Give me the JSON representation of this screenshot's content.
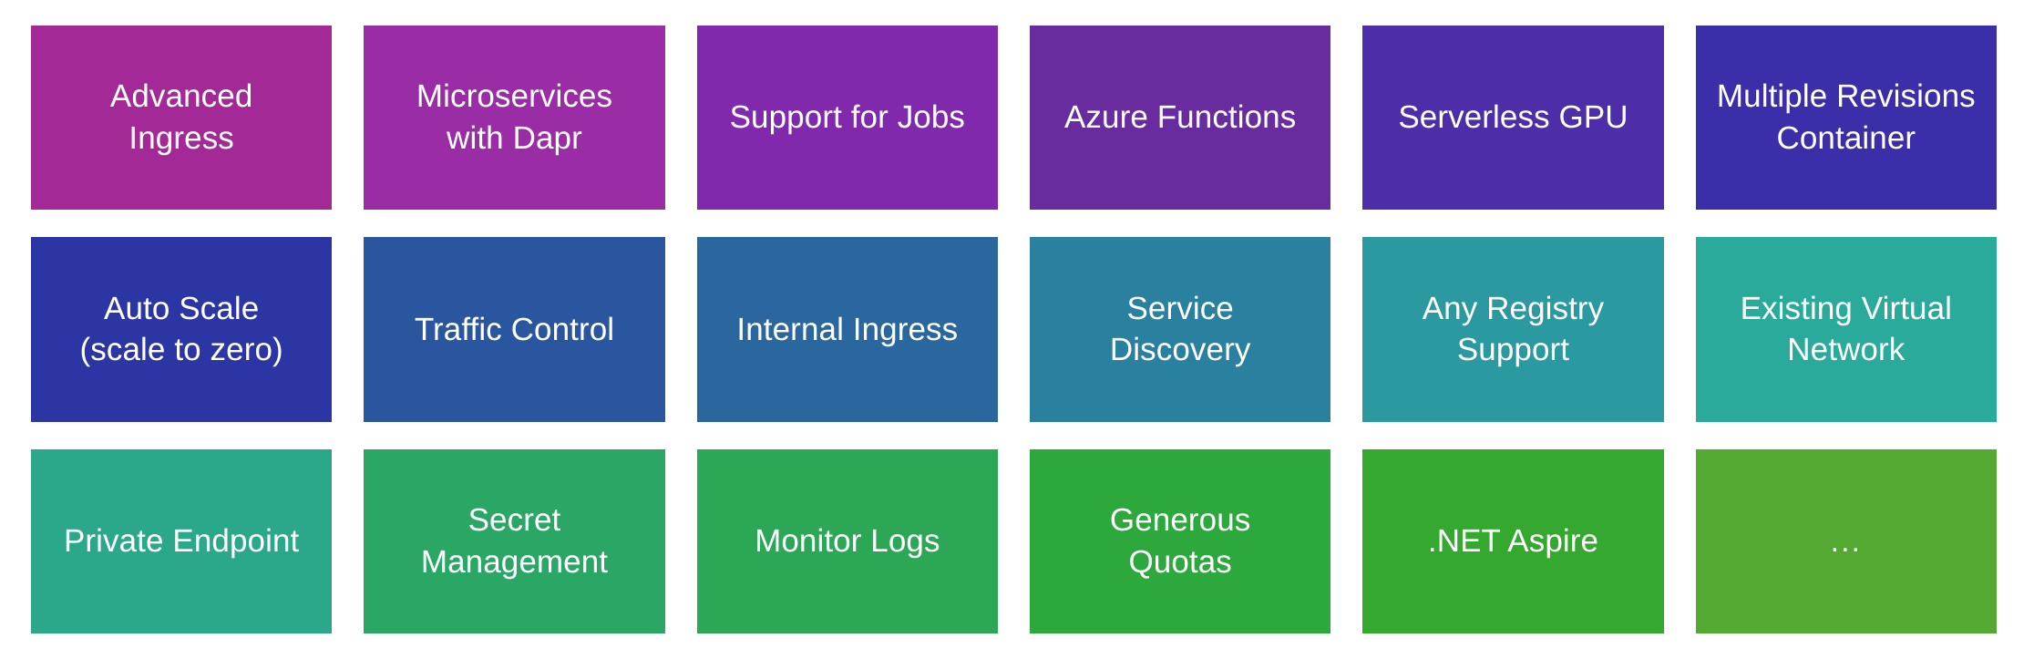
{
  "background_color": "#ffffff",
  "text_color": "#ffffff",
  "grid": {
    "columns": 6,
    "rows": 3,
    "tile_count": 18
  },
  "tiles": [
    {
      "label": "Advanced\nIngress",
      "color": "#A32A96",
      "row": 1,
      "col": 1
    },
    {
      "label": "Microservices\nwith Dapr",
      "color": "#9A2CA6",
      "row": 1,
      "col": 2
    },
    {
      "label": "Support for Jobs",
      "color": "#8129AC",
      "row": 1,
      "col": 3
    },
    {
      "label": "Azure Functions",
      "color": "#682C9E",
      "row": 1,
      "col": 4
    },
    {
      "label": "Serverless GPU",
      "color": "#4D2DA8",
      "row": 1,
      "col": 5
    },
    {
      "label": "Multiple Revisions\nContainer",
      "color": "#3A2FA8",
      "row": 1,
      "col": 6
    },
    {
      "label": "Auto Scale\n(scale to zero)",
      "color": "#2B35A4",
      "row": 2,
      "col": 1
    },
    {
      "label": "Traffic Control",
      "color": "#2A569F",
      "row": 2,
      "col": 2
    },
    {
      "label": "Internal Ingress",
      "color": "#2A679F",
      "row": 2,
      "col": 3
    },
    {
      "label": "Service\nDiscovery",
      "color": "#2A809F",
      "row": 2,
      "col": 4
    },
    {
      "label": "Any Registry\nSupport",
      "color": "#2A99A0",
      "row": 2,
      "col": 5
    },
    {
      "label": "Existing Virtual\nNetwork",
      "color": "#2AAA9B",
      "row": 2,
      "col": 6
    },
    {
      "label": "Private Endpoint",
      "color": "#2BA88A",
      "row": 3,
      "col": 1
    },
    {
      "label": "Secret\nManagement",
      "color": "#2BA765",
      "row": 3,
      "col": 2
    },
    {
      "label": "Monitor Logs",
      "color": "#2BA755",
      "row": 3,
      "col": 3
    },
    {
      "label": "Generous\nQuotas",
      "color": "#2CA83D",
      "row": 3,
      "col": 4
    },
    {
      "label": ".NET Aspire",
      "color": "#34A82F",
      "row": 3,
      "col": 5
    },
    {
      "label": "...",
      "color": "#53A931",
      "row": 3,
      "col": 6
    }
  ]
}
